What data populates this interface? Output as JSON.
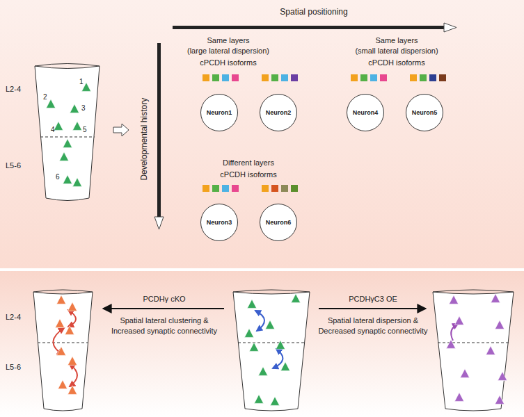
{
  "diagram": {
    "nodes": [
      {
        "text": [
          "Neuron1"
        ]
      },
      {
        "text": [
          "Neuron2"
        ]
      },
      {
        "text": [
          "Neuron4"
        ]
      },
      {
        "text": [
          "Neuron5"
        ]
      },
      {
        "text": [
          "Neuron3"
        ]
      },
      {
        "text": [
          "Neuron6"
        ]
      }
    ],
    "labels": [
      "Spatial positioning",
      "Developmental history",
      "L2-4",
      "L5-6",
      "1",
      "2",
      "3",
      "4",
      "5",
      "6",
      "Same layers",
      "(large lateral dispersion)",
      "cPCDH isoforms",
      "Same layers",
      "(small lateral dispersion)",
      "cPCDH isoforms",
      "Different layers",
      "cPCDH isoforms",
      "L2-4",
      "L5-6",
      "PCDHγ cKO",
      "Spatial lateral clustering & Increased synaptic connectivity",
      "PCDHγC3 OE",
      "Spatial lateral dispersion & Decreased synaptic connectivity"
    ]
  }
}
